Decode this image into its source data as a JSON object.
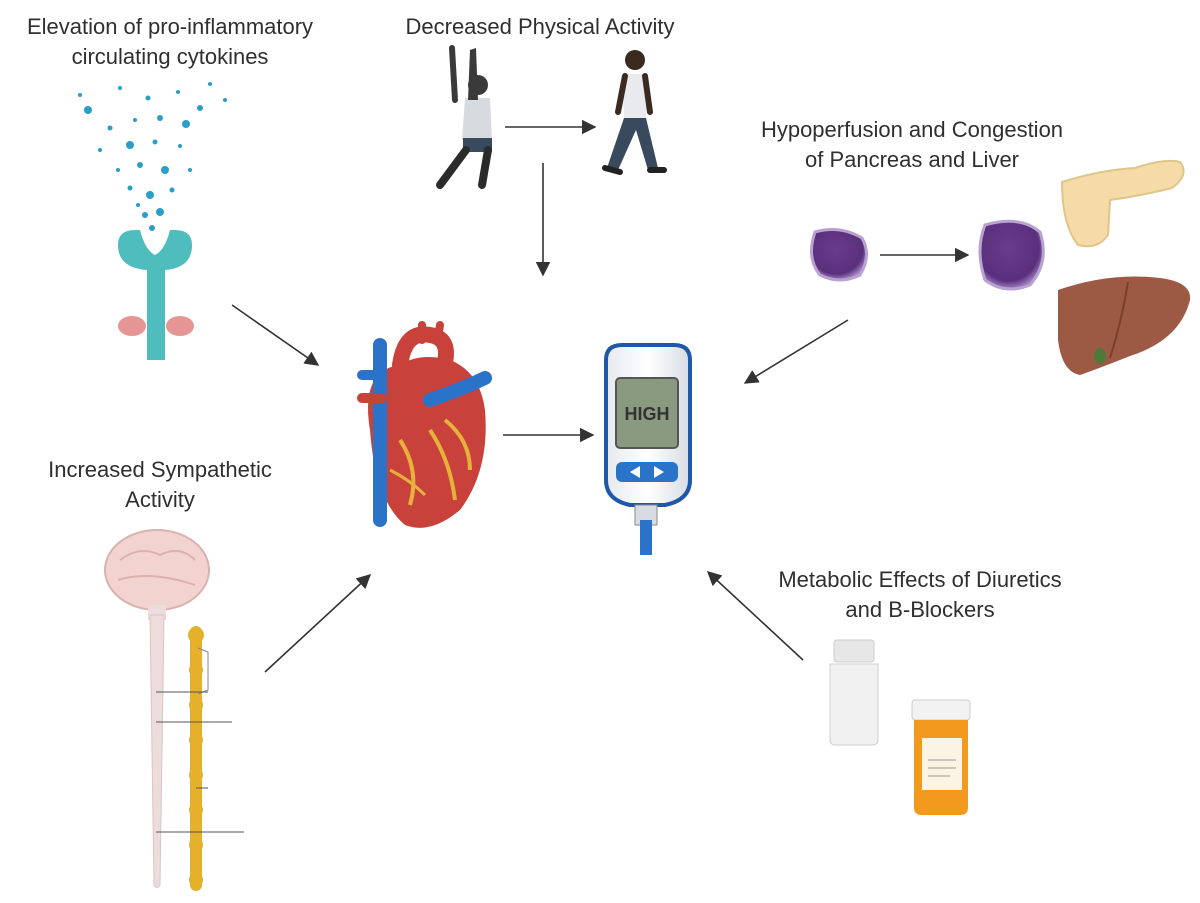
{
  "labels": {
    "cytokines": "Elevation of pro-inflammatory circulating cytokines",
    "physical_activity": "Decreased Physical Activity",
    "hypoperfusion": "Hypoperfusion and Congestion of Pancreas and Liver",
    "sympathetic": "Increased Sympathetic Activity",
    "metabolic": "Metabolic Effects of Diuretics and B-Blockers"
  },
  "meter": {
    "display": "HIGH"
  },
  "colors": {
    "arrow": "#333333",
    "receptor": "#4fbdbd",
    "heart_red": "#c8423b",
    "vessel_blue": "#2b73c9",
    "organ_purple": "#7b4a9a",
    "pancreas": "#f4dba8",
    "liver": "#9c5a45",
    "pill_orange": "#f39a1e",
    "spinal_yellow": "#e5b02b"
  }
}
